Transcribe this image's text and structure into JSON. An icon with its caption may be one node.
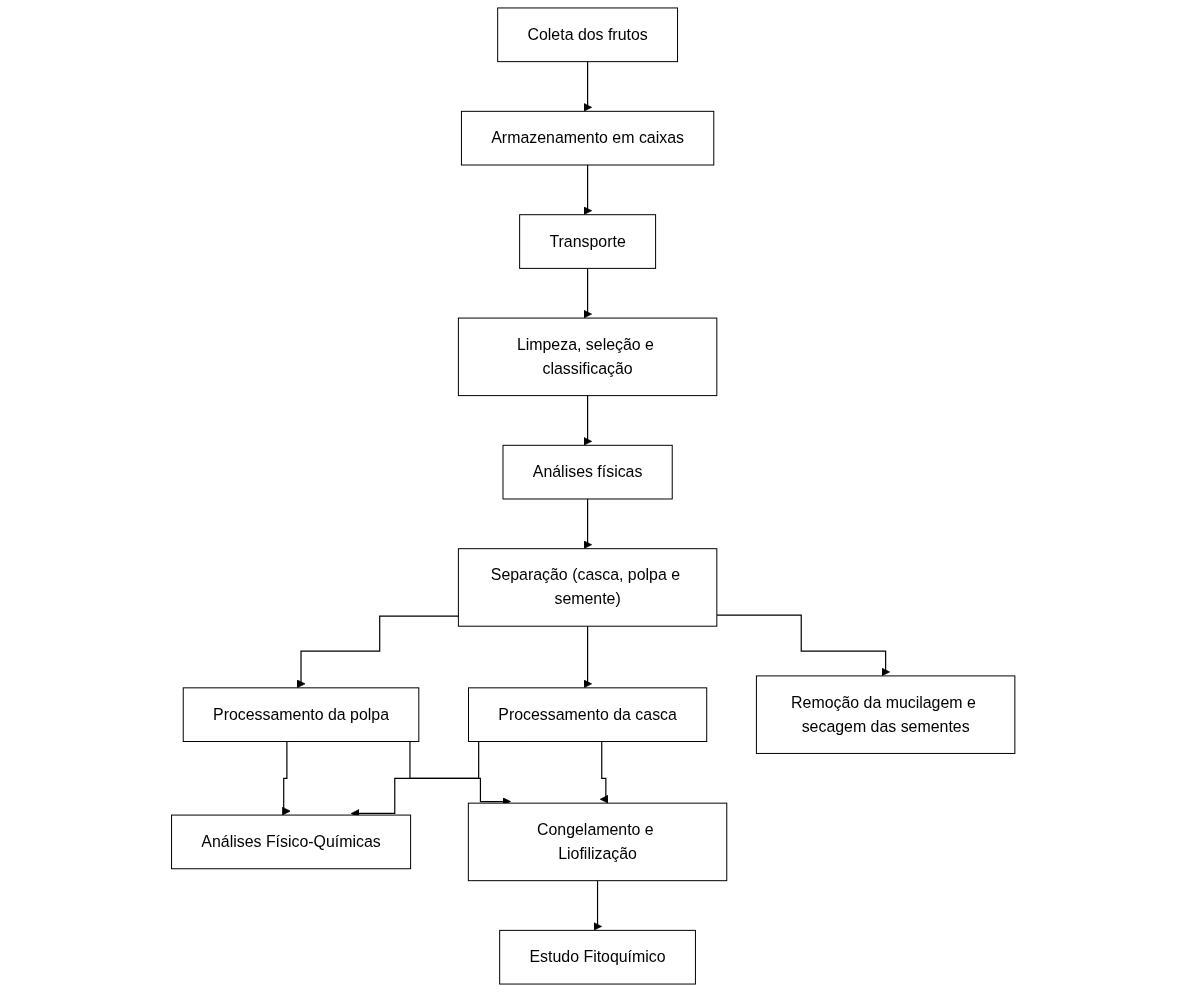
{
  "diagram": {
    "nodes": [
      {
        "text": [
          "Coleta dos frutos"
        ]
      },
      {
        "text": [
          "Armazenamento em caixas"
        ]
      },
      {
        "text": [
          "Transporte"
        ]
      },
      {
        "text": [
          "Limpeza, seleção e classificação"
        ]
      },
      {
        "text": [
          "Análises físicas"
        ]
      },
      {
        "text": [
          "Separação (casca, polpa e semente)"
        ]
      },
      {
        "text": [
          "Processamento da polpa"
        ]
      },
      {
        "text": [
          "Processamento da casca"
        ]
      },
      {
        "text": [
          "Remoção da mucilagem e secagem das sementes"
        ]
      },
      {
        "text": [
          "Análises Físico-Químicas"
        ]
      },
      {
        "text": [
          "Congelamento e Liofilização"
        ]
      },
      {
        "text": [
          "Estudo Fitoquímico"
        ]
      }
    ],
    "edges": [
      {
        "from": 0,
        "to": 1,
        "arrow": "to"
      },
      {
        "from": 1,
        "to": 2,
        "arrow": "to"
      },
      {
        "from": 2,
        "to": 3,
        "arrow": "to"
      },
      {
        "from": 3,
        "to": 4,
        "arrow": "to"
      },
      {
        "from": 4,
        "to": 5,
        "arrow": "to"
      },
      {
        "from": 5,
        "to": 6,
        "arrow": "to"
      },
      {
        "from": 5,
        "to": 7,
        "arrow": "to"
      },
      {
        "from": 5,
        "to": 8,
        "arrow": "to"
      },
      {
        "from": 6,
        "to": 9,
        "arrow": "to"
      },
      {
        "from": 6,
        "to": 10,
        "arrow": "to"
      },
      {
        "from": 7,
        "to": 9,
        "arrow": "to"
      },
      {
        "from": 7,
        "to": 10,
        "arrow": "to"
      },
      {
        "from": 10,
        "to": 11,
        "arrow": "to"
      }
    ]
  }
}
